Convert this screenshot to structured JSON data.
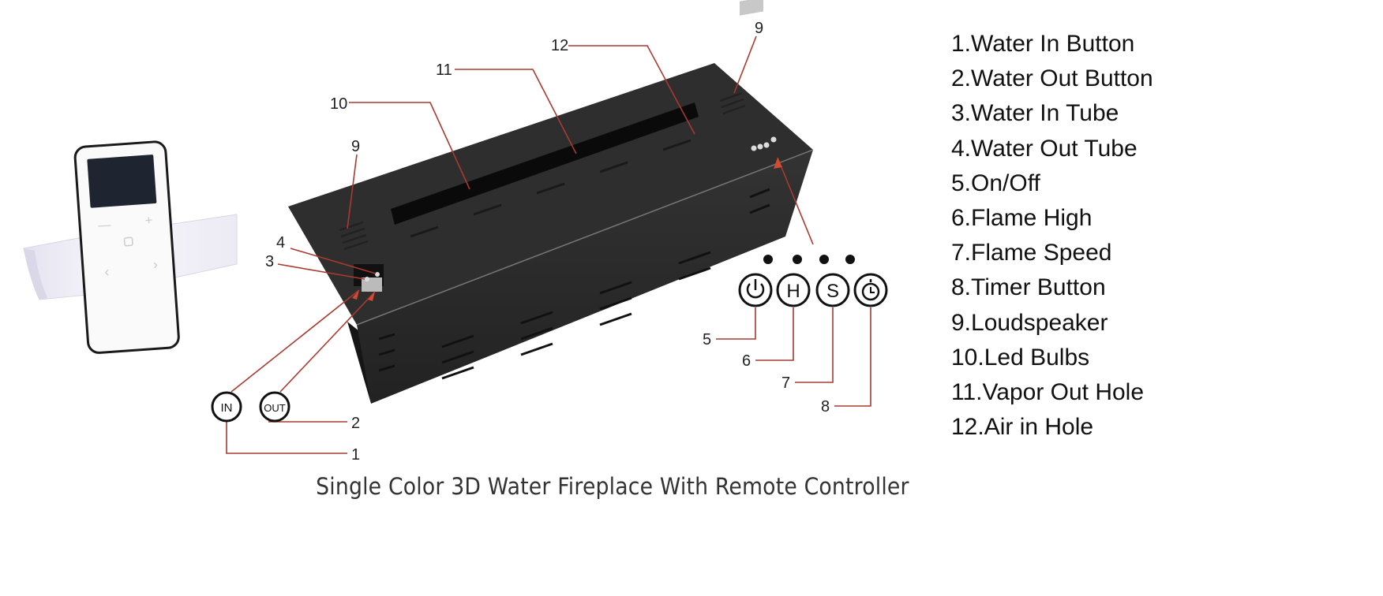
{
  "legend": [
    "1.Water In Button",
    "2.Water Out Button",
    "3.Water In Tube",
    "4.Water Out Tube",
    "5.On/Off",
    "6.Flame High",
    "7.Flame Speed",
    "8.Timer Button",
    "9.Loudspeaker",
    "10.Led Bulbs",
    "11.Vapor Out Hole",
    "12.Air in Hole"
  ],
  "callouts": {
    "n1": "1",
    "n2": "2",
    "n3": "3",
    "n4": "4",
    "n5": "5",
    "n6": "6",
    "n7": "7",
    "n8": "8",
    "n9a": "9",
    "n9b": "9",
    "n10": "10",
    "n11": "11",
    "n12": "12"
  },
  "buttons": {
    "in_label": "IN",
    "out_label": "OUT",
    "high_label": "H",
    "speed_label": "S"
  },
  "caption": "Single Color 3D Water Fireplace With Remote Controller",
  "colors": {
    "leader": "#a83a30",
    "body": "#2b2b2b"
  }
}
